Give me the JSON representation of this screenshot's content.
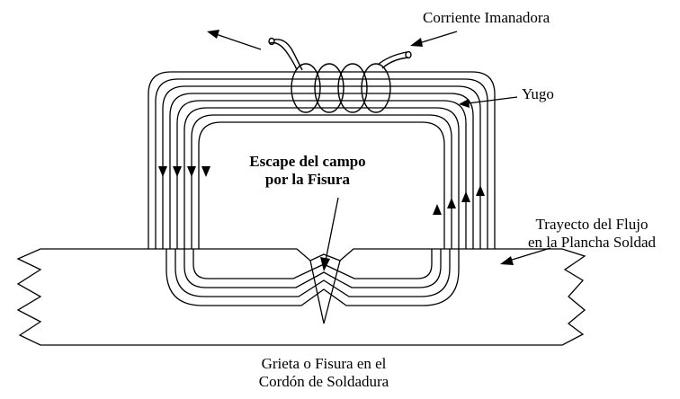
{
  "labels": {
    "current": "Corriente Imanadora",
    "yoke": "Yugo",
    "escape_line1": "Escape del campo",
    "escape_line2": "por la Fisura",
    "flux_line1": "Trayecto del Flujo",
    "flux_line2": "en la Plancha Soldad",
    "crack_line1": "Grieta o Fisura en el",
    "crack_line2": "Cordón de Soldadura"
  },
  "colors": {
    "ink": "#000000",
    "background": "#ffffff"
  }
}
